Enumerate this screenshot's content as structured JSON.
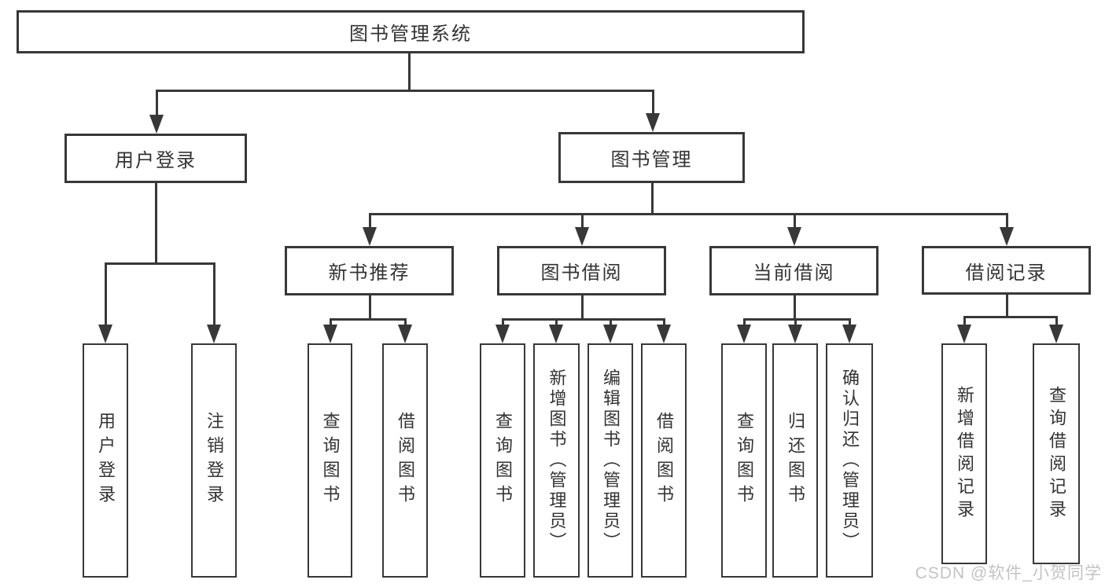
{
  "nodes": {
    "root": "图书管理系统",
    "level2": [
      "用户登录",
      "图书管理"
    ],
    "level3": [
      "新书推荐",
      "图书借阅",
      "当前借阅",
      "借阅记录"
    ],
    "leaves": [
      "用户登录",
      "注销登录",
      "查询图书",
      "借阅图书",
      "查询图书",
      "新增图书（管理员）",
      "编辑图书（管理员）",
      "借阅图书",
      "查询图书",
      "归还图书",
      "确认归还（管理员）",
      "新增借阅记录",
      "查询借阅记录"
    ]
  },
  "watermark": "CSDN @软件_小贺同学",
  "colors": {
    "line": "#383838",
    "box_border": "#383838",
    "text": "#333333",
    "watermark": "#c3c3c3",
    "background": "#ffffff"
  }
}
